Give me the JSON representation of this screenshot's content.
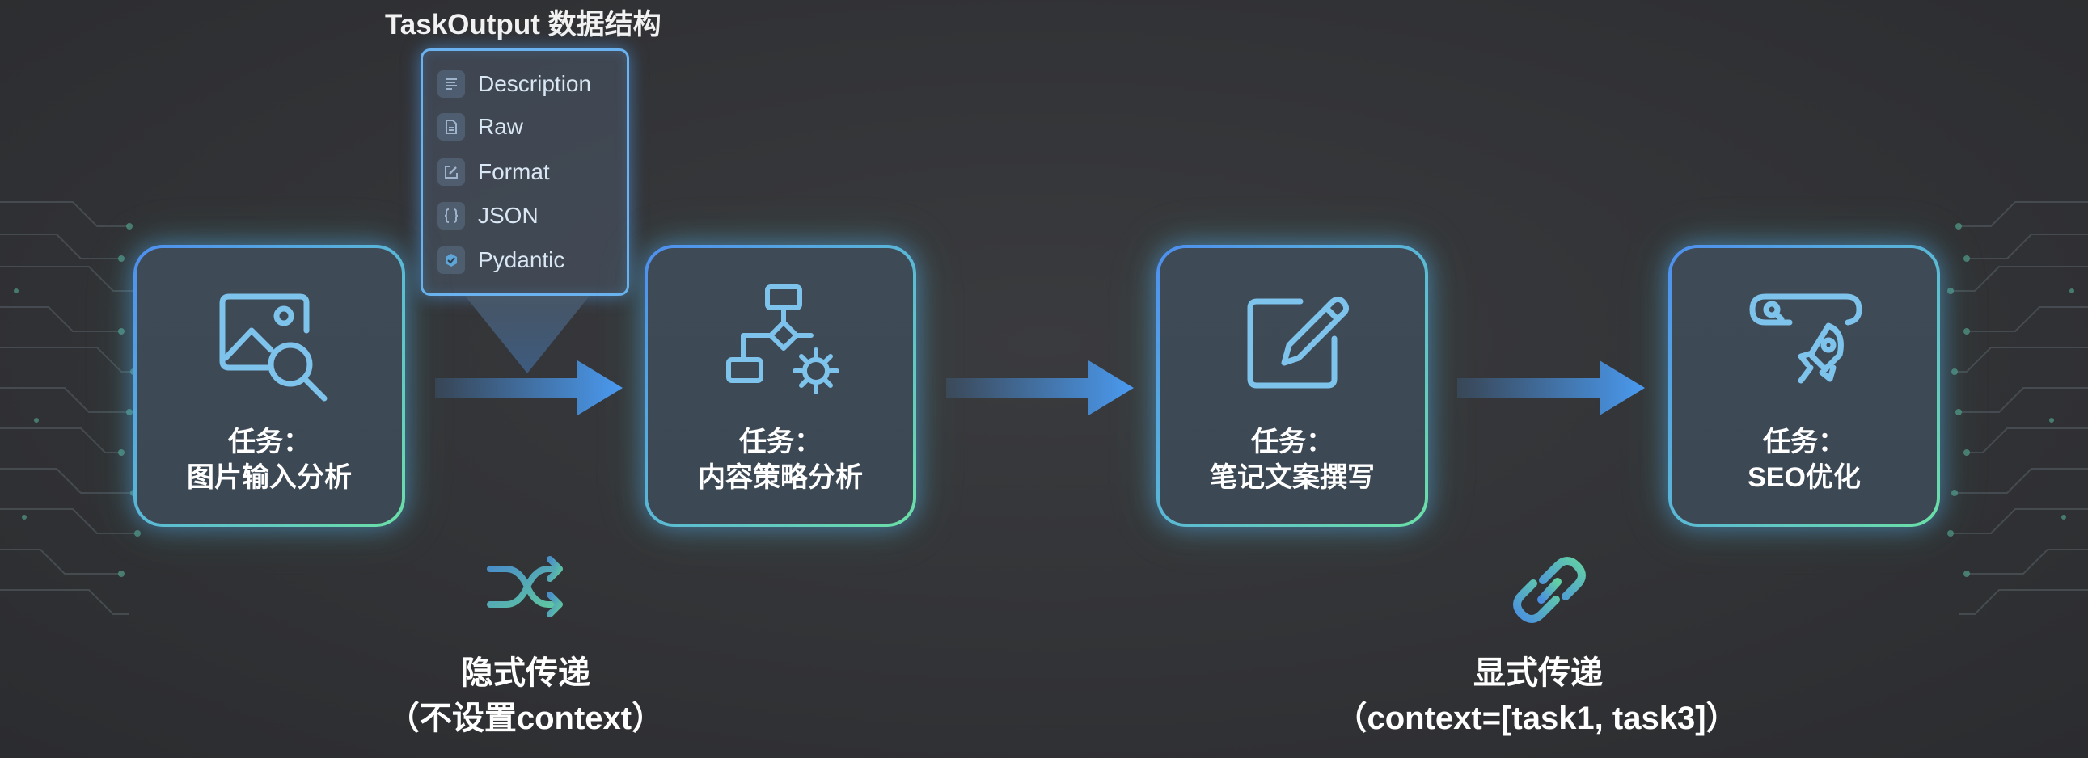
{
  "taskoutput_panel": {
    "title": "TaskOutput 数据结构",
    "items": [
      {
        "label": "Description",
        "icon": "text-lines-icon"
      },
      {
        "label": "Raw",
        "icon": "document-icon"
      },
      {
        "label": "Format",
        "icon": "edit-icon"
      },
      {
        "label": "JSON",
        "icon": "braces-icon"
      },
      {
        "label": "Pydantic",
        "icon": "pydantic-shield-icon"
      }
    ]
  },
  "tasks": [
    {
      "line1": "任务：",
      "line2": "图片输入分析",
      "icon": "image-search-icon"
    },
    {
      "line1": "任务：",
      "line2": "内容策略分析",
      "icon": "flowchart-gear-icon"
    },
    {
      "line1": "任务：",
      "line2": "笔记文案撰写",
      "icon": "pen-square-icon"
    },
    {
      "line1": "任务：",
      "line2": "SEO优化",
      "icon": "search-rocket-icon"
    }
  ],
  "implicit": {
    "title": "隐式传递",
    "subtitle": "（不设置context）",
    "icon": "shuffle-icon"
  },
  "explicit": {
    "title": "显式传递",
    "subtitle": "（context=[task1, task3]）",
    "icon": "link-icon"
  },
  "colors": {
    "blue": "#4e8ff0",
    "green": "#6be0a6",
    "arrow": "#4a9af0",
    "background": "#333437"
  }
}
